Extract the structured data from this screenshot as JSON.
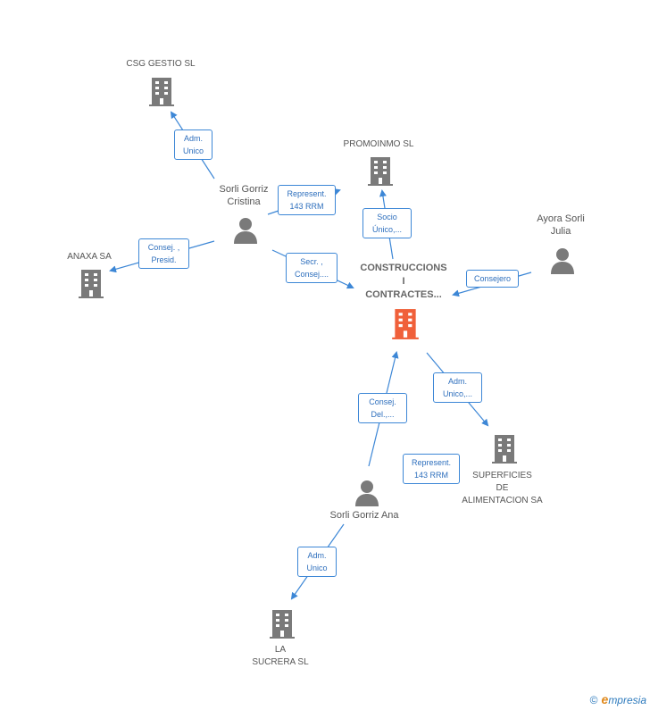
{
  "nodes": {
    "csg_gestio": "CSG GESTIO SL",
    "promoinmo": "PROMOINMO SL",
    "sorli_gorriz_cristina_line1": "Sorli Gorriz",
    "sorli_gorriz_cristina_line2": "Cristina",
    "ayora_sorli_julia_line1": "Ayora Sorli",
    "ayora_sorli_julia_line2": "Julia",
    "anaxa": "ANAXA SA",
    "main_line1": "CONSTRUCCIONS",
    "main_line2": "I",
    "main_line3": "CONTRACTES...",
    "superficies_line1": "SUPERFICIES",
    "superficies_line2": "DE",
    "superficies_line3": "ALIMENTACION SA",
    "sorli_gorriz_ana": "Sorli Gorriz Ana",
    "la_sucrera_line1": "LA",
    "la_sucrera_line2": "SUCRERA SL"
  },
  "relations": {
    "cristina_csg_1": "Adm.",
    "cristina_csg_2": "Unico",
    "cristina_promoinmo_1": "Represent.",
    "cristina_promoinmo_2": "143 RRM",
    "main_promoinmo_1": "Socio",
    "main_promoinmo_2": "Único,...",
    "cristina_anaxa_1": "Consej. ,",
    "cristina_anaxa_2": "Presid.",
    "cristina_main_1": "Secr. ,",
    "cristina_main_2": "Consej....",
    "julia_main_1": "Consejero",
    "main_superficies_1": "Adm.",
    "main_superficies_2": "Unico,...",
    "ana_main_1": "Consej.",
    "ana_main_2": "Del.,...",
    "ana_superficies_1": "Represent.",
    "ana_superficies_2": "143 RRM",
    "ana_sucrera_1": "Adm.",
    "ana_sucrera_2": "Unico"
  },
  "footer": {
    "copyright_symbol": "©",
    "brand_initial": "e",
    "brand_rest": "mpresia"
  },
  "colors": {
    "edge": "#3d87d6",
    "company_icon": "#7a7a7a",
    "main_company_icon": "#f0603a",
    "person_icon": "#7a7a7a"
  },
  "icons": {
    "company": "building-icon",
    "person": "person-icon"
  }
}
